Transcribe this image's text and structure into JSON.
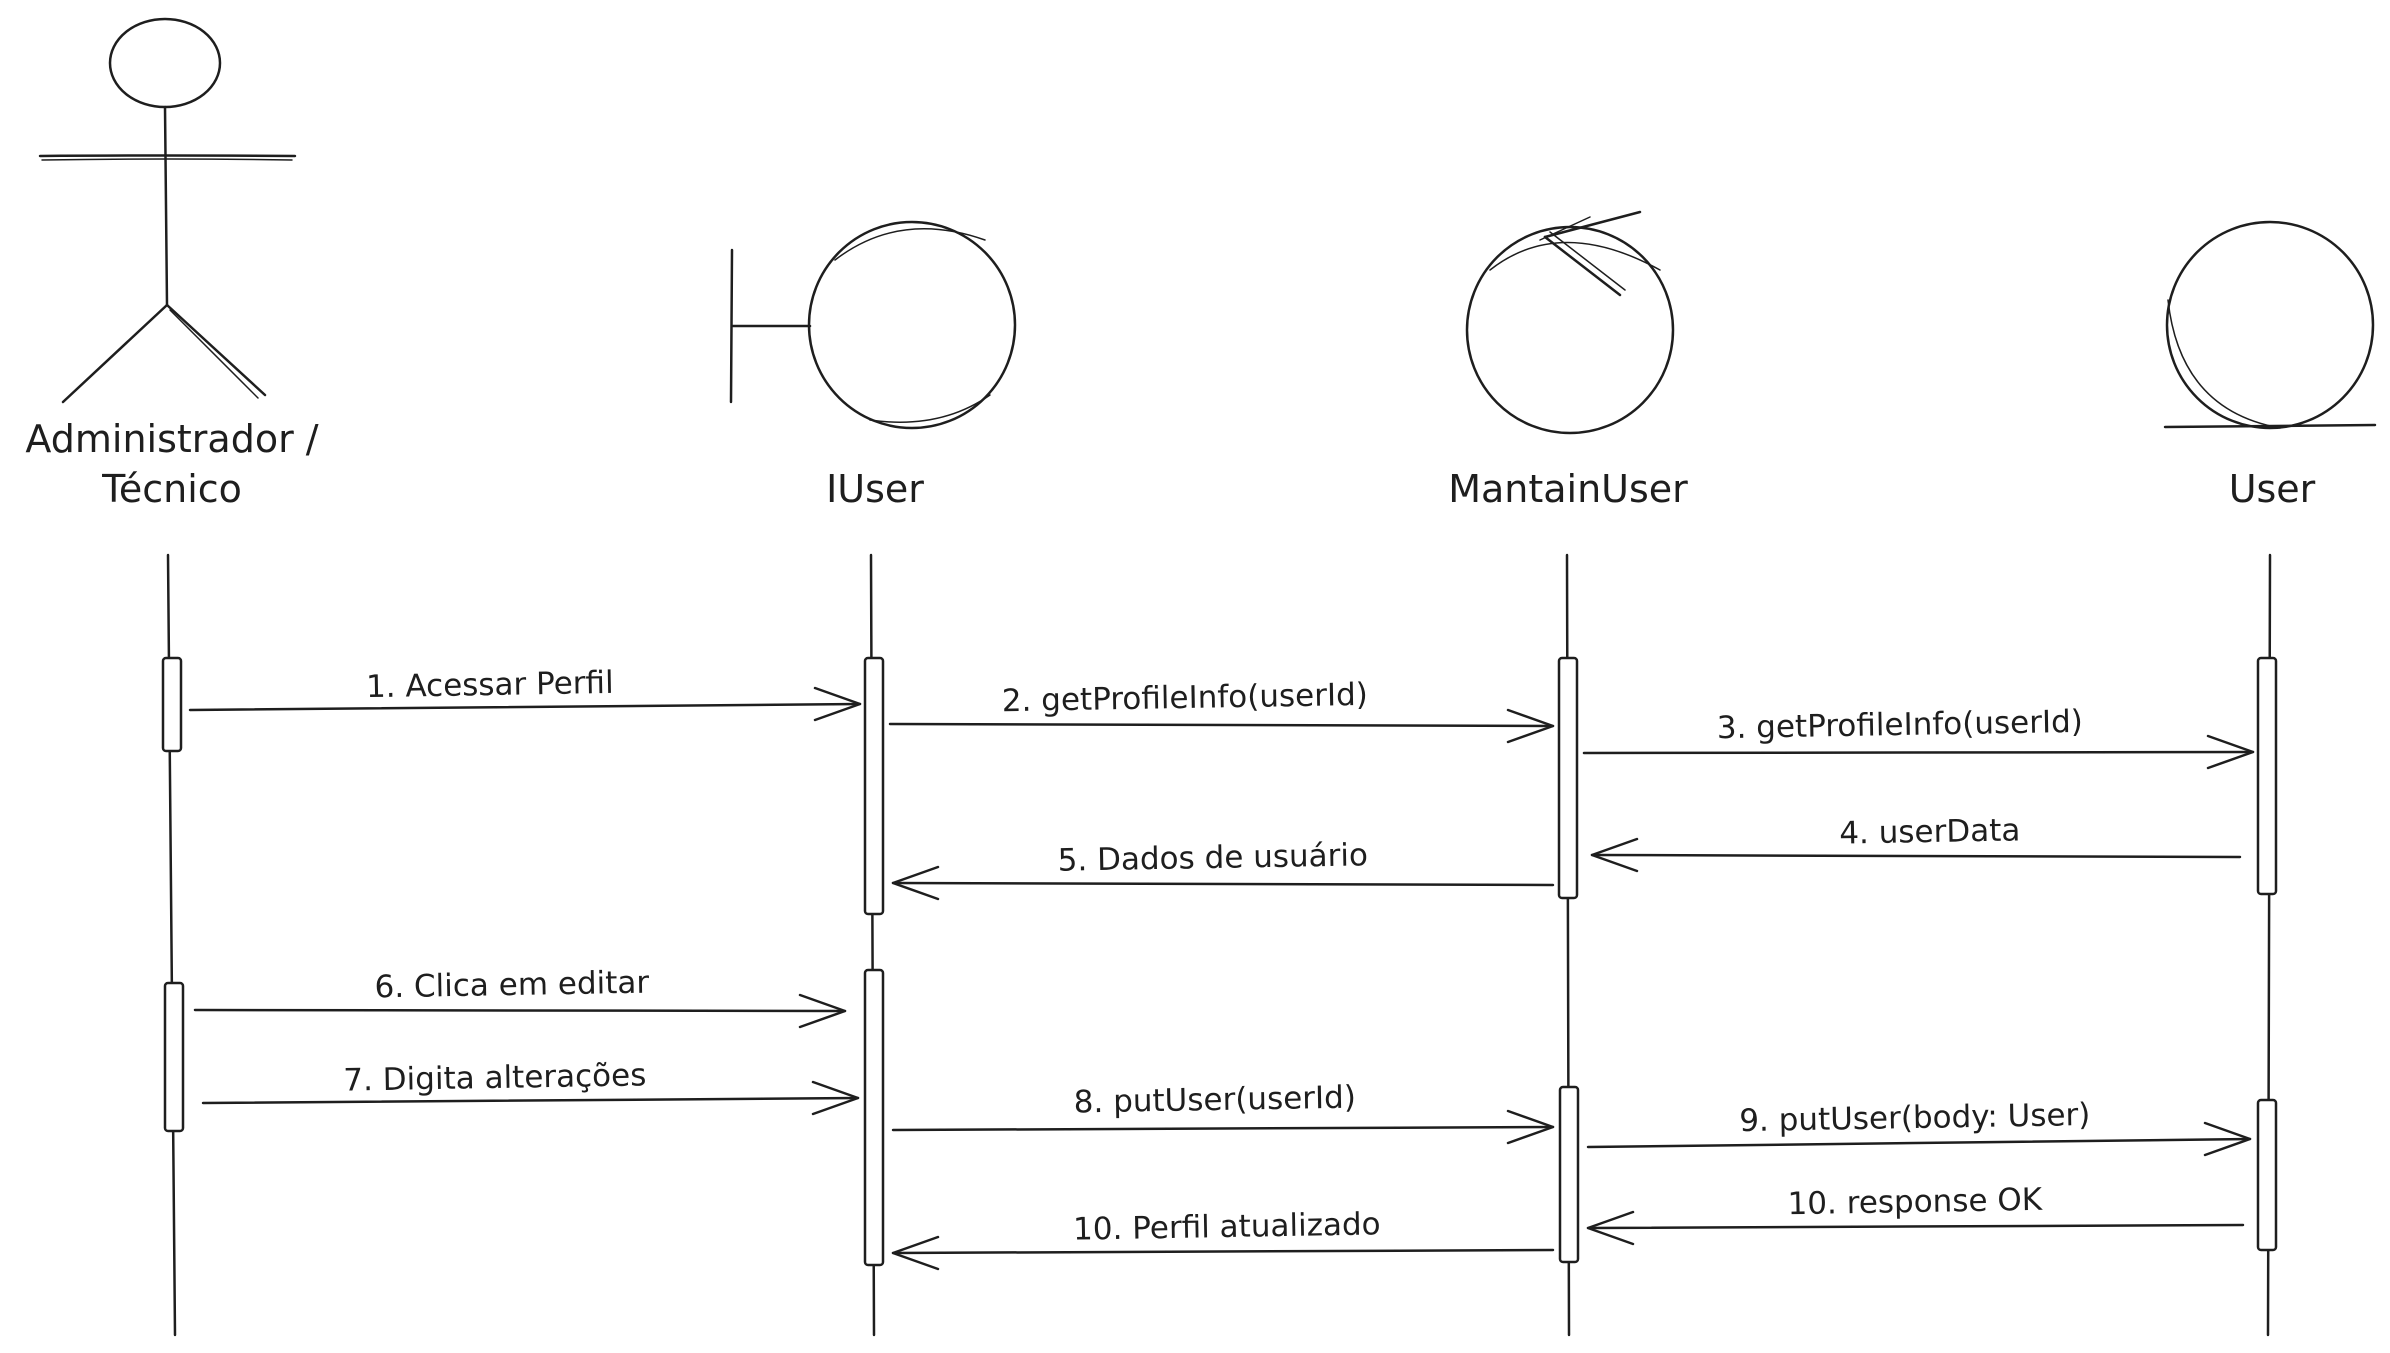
{
  "participants": [
    {
      "id": "admin",
      "type": "actor",
      "label_lines": [
        "Administrador /",
        "Técnico"
      ]
    },
    {
      "id": "iuser",
      "type": "boundary",
      "label_lines": [
        "IUser"
      ]
    },
    {
      "id": "mantainuser",
      "type": "control",
      "label_lines": [
        "MantainUser"
      ]
    },
    {
      "id": "user",
      "type": "entity",
      "label_lines": [
        "User"
      ]
    }
  ],
  "messages": [
    {
      "from": "admin",
      "to": "iuser",
      "text": "1. Acessar Perfil"
    },
    {
      "from": "iuser",
      "to": "mantainuser",
      "text": "2. getProfileInfo(userId)"
    },
    {
      "from": "mantainuser",
      "to": "user",
      "text": "3. getProfileInfo(userId)"
    },
    {
      "from": "user",
      "to": "mantainuser",
      "text": "4. userData"
    },
    {
      "from": "mantainuser",
      "to": "iuser",
      "text": "5. Dados de usuário"
    },
    {
      "from": "admin",
      "to": "iuser",
      "text": "6. Clica em editar"
    },
    {
      "from": "admin",
      "to": "iuser",
      "text": "7. Digita alterações"
    },
    {
      "from": "iuser",
      "to": "mantainuser",
      "text": "8. putUser(userId)"
    },
    {
      "from": "mantainuser",
      "to": "user",
      "text": "9. putUser(body: User)"
    },
    {
      "from": "user",
      "to": "mantainuser",
      "text": "10. response OK"
    },
    {
      "from": "mantainuser",
      "to": "iuser",
      "text": "10. Perfil atualizado"
    }
  ]
}
